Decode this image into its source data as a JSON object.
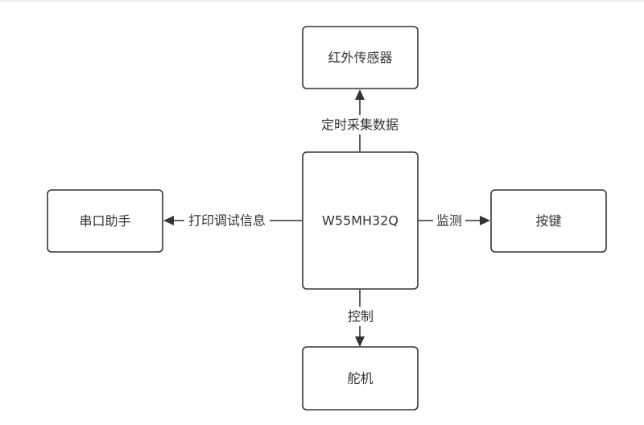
{
  "nodes": {
    "center": "W55MH32Q",
    "top": "红外传感器",
    "left": "串口助手",
    "right": "按键",
    "bottom": "舵机"
  },
  "edges": {
    "to_top": "定时采集数据",
    "to_left": "打印调试信息",
    "to_right": "监测",
    "to_bottom": "控制"
  }
}
